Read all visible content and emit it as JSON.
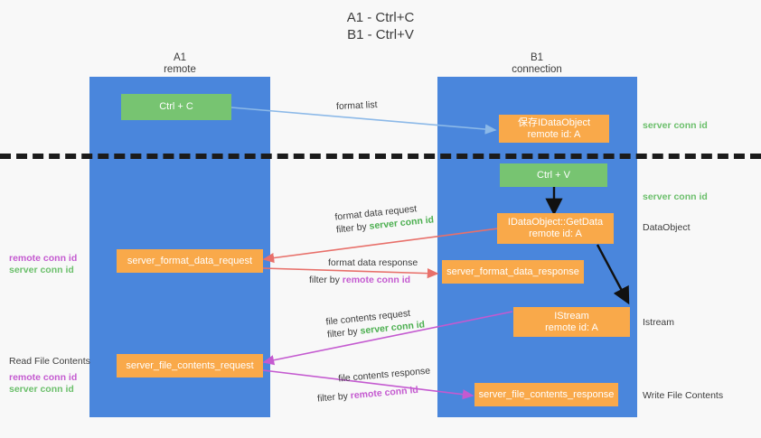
{
  "title": {
    "line1": "A1 - Ctrl+C",
    "line2": "B1 - Ctrl+V"
  },
  "columns": {
    "left": {
      "name": "A1",
      "role": "remote"
    },
    "right": {
      "name": "B1",
      "role": "connection"
    }
  },
  "colors": {
    "lane": "#4a86dc",
    "green_box": "#77c471",
    "orange_box": "#f9a94a",
    "server_conn_id": "#4caf50",
    "remote_conn_id": "#c45ad0",
    "blue_arrow": "#8cb9e8",
    "red_arrow": "#e8706a",
    "magenta_arrow": "#c45ad0",
    "black_arrow": "#000000",
    "background": "#f8f8f8"
  },
  "boxes": {
    "ctrl_c": {
      "label": "Ctrl + C"
    },
    "ctrl_v": {
      "label": "Ctrl + V"
    },
    "save_dataobject": {
      "line1": "保存IDataObject",
      "line2": "remote id: A"
    },
    "getdata": {
      "line1": "IDataObject::GetData",
      "line2": "remote id: A"
    },
    "istream": {
      "line1": "IStream",
      "line2": "remote id: A"
    },
    "server_format_data_request": {
      "label": "server_format_data_request"
    },
    "server_format_data_response": {
      "label": "server_format_data_response"
    },
    "server_file_contents_request": {
      "label": "server_file_contents_request"
    },
    "server_file_contents_response": {
      "label": "server_file_contents_response"
    }
  },
  "edges": {
    "format_list": {
      "label": "format list"
    },
    "format_data_request": {
      "label": "format data request",
      "filter_prefix": "filter by ",
      "filter_key": "server conn id"
    },
    "format_data_response": {
      "label": "format data response",
      "filter_prefix": "filter by ",
      "filter_key": "remote conn id"
    },
    "file_contents_request": {
      "label": "file contents request",
      "filter_prefix": "filter by ",
      "filter_key": "server conn id"
    },
    "file_contents_response": {
      "label": "file contents response",
      "filter_prefix": "filter by ",
      "filter_key": "remote conn id"
    }
  },
  "right_labels": {
    "server_conn_id_top": "server conn id",
    "server_conn_id_second": "server conn id",
    "dataobject": "DataObject",
    "istream": "Istream",
    "write_file_contents": "Write File Contents"
  },
  "left_labels": {
    "format_remote": "remote conn id",
    "format_server": "server conn id",
    "read_file_contents": "Read File Contents",
    "file_remote": "remote conn id",
    "file_server": "server conn id"
  }
}
